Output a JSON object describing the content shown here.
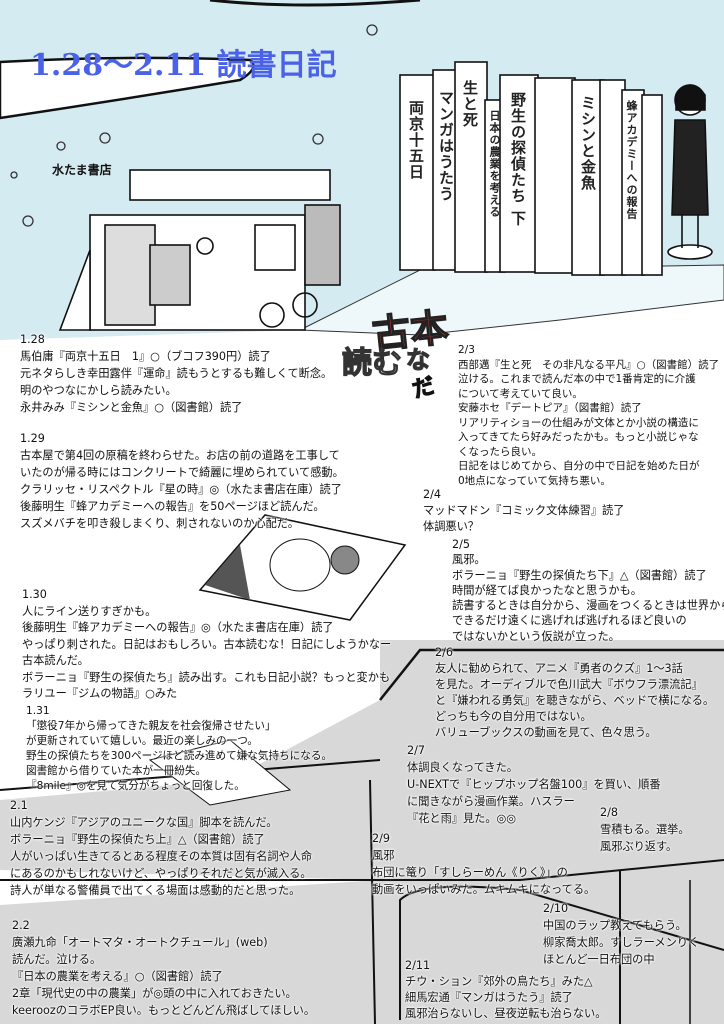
{
  "title": "1.28〜2.11 読書日記",
  "store_label": "水たま書店",
  "logo": {
    "part1": "古本",
    "part2": "読む",
    "part3": "な",
    "part4": "だ"
  },
  "book_spines": [
    "両京十五日",
    "マンガはうたう",
    "生と死",
    "日本の農業を考える",
    "野生の探偵たち 下",
    "ミシンと金魚",
    "蜂アカデミーへの報告"
  ],
  "colors": {
    "title": "#4a62e8",
    "sky": "#d5ebf2",
    "logo_red": "#e8413a",
    "shade": "#d8d8d8"
  },
  "entries": [
    {
      "date": "1.28",
      "lines": [
        "馬伯庸『両京十五日　1』○（ブコフ390円）読了",
        "元ネタらしき幸田露伴『運命』読もうとするも難しくて断念。",
        "明のやつなにかしら読みたい。",
        "永井みみ『ミシンと金魚』○（図書館）読了"
      ]
    },
    {
      "date": "1.29",
      "lines": [
        "古本屋で第4回の原稿を終わらせた。お店の前の道路を工事して",
        "いたのが帰る時にはコンクリートで綺麗に埋められていて感動。",
        "クラリッセ・リスペクトル『星の時』◎（水たま書店在庫）読了",
        "後藤明生『蜂アカデミーへの報告』を50ページほど読んだ。",
        "スズメバチを叩き殺しまくり、刺されないのか心配だ。"
      ]
    },
    {
      "date": "1.30",
      "lines": [
        "人にライン送りすぎかも。",
        "後藤明生『蜂アカデミーへの報告』◎（水たま書店在庫）読了",
        "やっぱり刺された。日記はおもしろい。古本読むな！日記にしようかなー",
        "古本読んだ。",
        "ボラーニョ『野生の探偵たち』読み出す。これも日記小説？もっと変かも",
        "ラリユー『ジムの物語』○みた"
      ]
    },
    {
      "date": "1.31",
      "lines": [
        "「懲役7年から帰ってきた親友を社会復帰させたい」",
        "が更新されていて嬉しい。最近の楽しみの一つ。",
        "野生の探偵たちを300ページほど読み進めて嫌な気持ちになる。",
        "図書館から借りていた本が一冊紛失。",
        "『8mile』◎を見て気分がちょっと回復した。"
      ]
    },
    {
      "date": "2.1",
      "lines": [
        "山内ケンジ『アジアのユニークな国』脚本を読んだ。",
        "ボラーニョ『野生の探偵たち上』△（図書館）読了",
        "人がいっぱい生きてるとある程度その本質は固有名詞や人命",
        "にあるのかもしれないけど、やっぱりそれだと気が滅入る。",
        "詩人が単なる警備員で出てくる場面は感動的だと思った。"
      ]
    },
    {
      "date": "2.2",
      "lines": [
        "廣瀬九命「オートマタ・オートクチュール」(web)",
        "読んだ。泣ける。",
        "『日本の農業を考える』○（図書館）読了",
        "2章「現代史の中の農業」が◎頭の中に入れておきたい。",
        "keeroozのコラボEP良い。もっとどんどん飛ばしてほしい。"
      ]
    },
    {
      "date": "2/3",
      "lines": [
        "西部邁『生と死　その非凡なる平凡』○（図書館）読了",
        "泣ける。これまで読んだ本の中で1番肯定的に介護",
        "について考えていて良い。",
        "安藤ホセ『デートピア』（図書館）読了",
        "リアリティショーの仕組みが文体とか小説の構造に",
        "入ってきてたら好みだったかも。もっと小説じゃな",
        "くなったら良い。",
        "日記をはじめてから、自分の中で日記を始めた日が",
        "0地点になっていて気持ち悪い。"
      ]
    },
    {
      "date": "2/4",
      "lines": [
        "マッドマドン『コミック文体練習』読了",
        "体調悪い？"
      ]
    },
    {
      "date": "2/5",
      "lines": [
        "風邪。",
        "ボラーニョ『野生の探偵たち下』△（図書館）読了",
        "時間が経てば良かったなと思うかも。",
        "読書するときは自分から、漫画をつくるときは世界から",
        "できるだけ遠くに逃げれば逃げれるほど良いの",
        "ではないかという仮説が立った。"
      ]
    },
    {
      "date": "2/6",
      "lines": [
        "友人に勧められて、アニメ『勇者のクズ』1〜3話",
        "を見た。オーディブルで色川武大『ボウフラ漂流記』",
        "と『嫌われる勇気』を聴きながら、ベッドで横になる。",
        "どっちも今の自分用ではない。",
        "バリューブックスの動画を見て、色々思う。"
      ]
    },
    {
      "date": "2/7",
      "lines": [
        "体調良くなってきた。",
        "U-NEXTで『ヒップホップ名盤100』を買い、順番",
        "に聞きながら漫画作業。ハスラー",
        "『花と雨』見た。◎◎"
      ]
    },
    {
      "date": "2/8",
      "lines": [
        "雪積もる。選挙。",
        "風邪ぶり返す。"
      ]
    },
    {
      "date": "2/9",
      "lines": [
        "風邪",
        "布団に篭り「すしらーめん《りく》」の",
        "動画をいっぱいみた。ムキムキになってる。"
      ]
    },
    {
      "date": "2/10",
      "lines": [
        "中国のラップ教えてもらう。",
        "柳家喬太郎。すしラーメンりく",
        "ほとんど一日布団の中"
      ]
    },
    {
      "date": "2/11",
      "lines": [
        "チウ・ション『郊外の鳥たち』みた△",
        "細馬宏通『マンガはうたう』読了",
        "風邪治らないし、昼夜逆転も治らない。"
      ]
    }
  ]
}
